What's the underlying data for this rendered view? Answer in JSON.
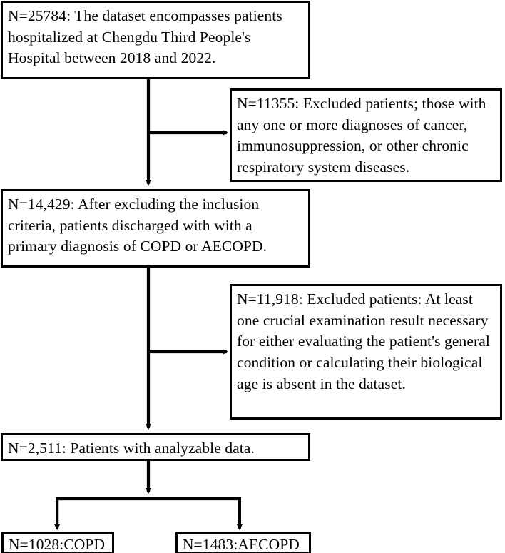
{
  "diagram": {
    "type": "flowchart",
    "kind": "patient-selection-flow-diagram",
    "nodes": {
      "cohort_source": {
        "label": "N=25784: The dataset encompasses patients hospitalized at Chengdu Third People's Hospital between 2018 and 2022.",
        "count": 25784,
        "role": "source-cohort"
      },
      "excluded_first": {
        "label": "N=11355: Excluded patients; those with any one or more diagnoses of cancer, immunosuppression, or other chronic respiratory system diseases.",
        "count": 11355,
        "role": "exclusion"
      },
      "after_inclusion": {
        "label": "N=14,429: After excluding the inclusion criteria, patients discharged with with a primary diagnosis of COPD or AECOPD.",
        "count": 14429,
        "role": "intermediate-cohort"
      },
      "excluded_second": {
        "label": "N=11,918: Excluded patients: At least one crucial examination result necessary for either evaluating the patient's general condition or calculating their biological age is absent in the dataset.",
        "count": 11918,
        "role": "exclusion"
      },
      "analyzable": {
        "label": "N=2,511: Patients with analyzable data.",
        "count": 2511,
        "role": "final-cohort"
      },
      "group_copd": {
        "label": "N=1028:COPD",
        "count": 1028,
        "role": "terminal-group"
      },
      "group_aecopd": {
        "label": "N=1483:AECOPD",
        "count": 1483,
        "role": "terminal-group"
      }
    },
    "edges": [
      {
        "from": "cohort_source",
        "to": "after_inclusion",
        "style": "vertical-arrow"
      },
      {
        "from": "cohort_source",
        "to": "excluded_first",
        "style": "horizontal-branch-arrow"
      },
      {
        "from": "after_inclusion",
        "to": "analyzable",
        "style": "vertical-arrow"
      },
      {
        "from": "after_inclusion",
        "to": "excluded_second",
        "style": "horizontal-branch-arrow"
      },
      {
        "from": "analyzable",
        "to": "group_copd",
        "style": "split-arrow-left"
      },
      {
        "from": "analyzable",
        "to": "group_aecopd",
        "style": "split-arrow-right"
      }
    ],
    "colors": {
      "stroke": "#000000",
      "fill": "#ffffff",
      "text": "#000000"
    }
  }
}
